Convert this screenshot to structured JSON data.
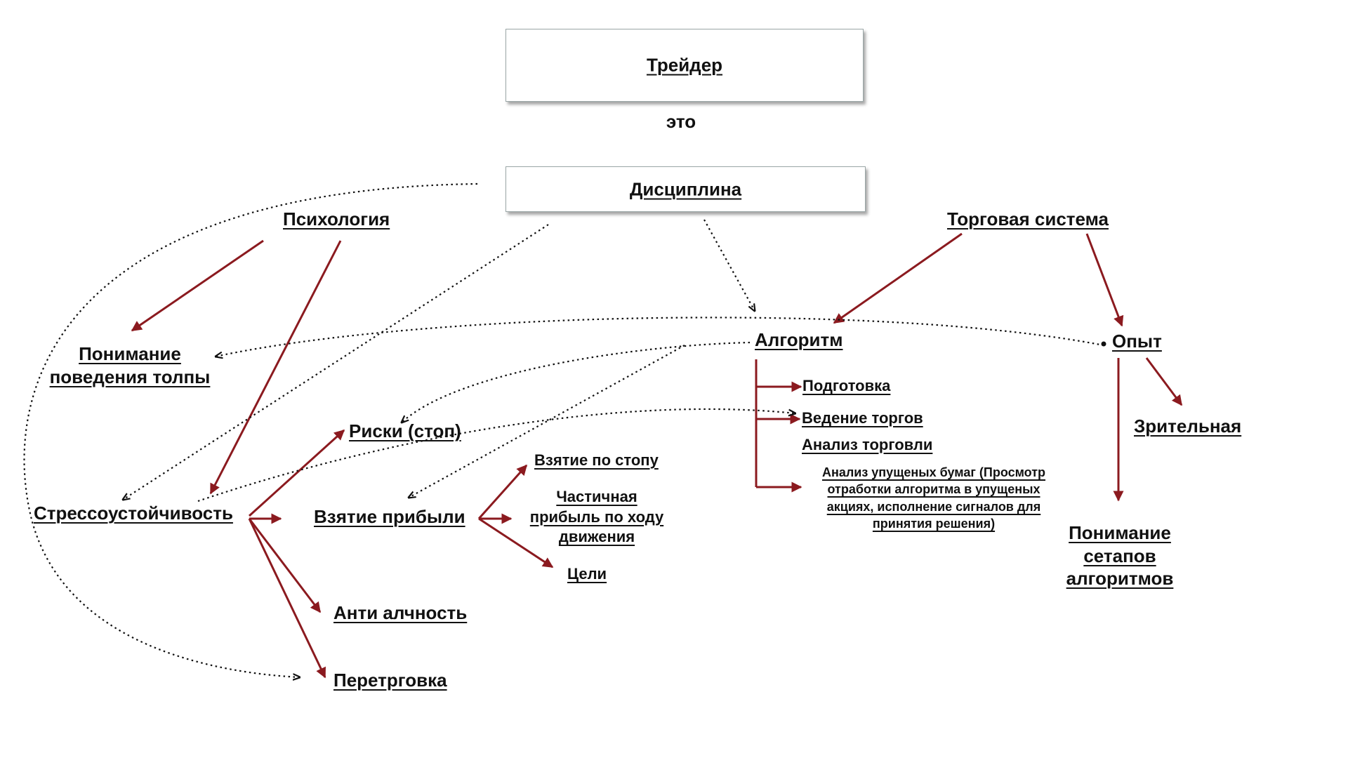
{
  "nodes": {
    "trader": "Трейдер",
    "eto": "это",
    "discipline": "Дисциплина",
    "psychology": "Психология",
    "trading_system": "Торговая система",
    "crowd_behavior_1": "Понимание",
    "crowd_behavior_2": "поведения толпы",
    "algorithm": "Алгоритм",
    "experience": "Опыт",
    "preparation": "Подготовка",
    "trading": "Ведение торгов",
    "trade_analysis": "Анализ торговли",
    "missed_1": "Анализ упущеных бумаг (Просмотр",
    "missed_2": "отработки алгоритма в упущеных",
    "missed_3": "акциях, исполнение сигналов для",
    "missed_4": "принятия решения)",
    "visual": "Зрительная",
    "setups_1": "Понимание",
    "setups_2": "сетапов",
    "setups_3": "алгоритмов",
    "risks": "Риски (стоп)",
    "stress": "Стрессоустойчивость",
    "profit_taking": "Взятие прибыли",
    "stop_take": "Взятие по стопу",
    "partial_1": "Частичная",
    "partial_2": "прибыль по ходу",
    "partial_3": "движения",
    "targets": "Цели",
    "anti_greed": "Анти алчность",
    "overtrading": "Перетрговка"
  },
  "colors": {
    "arrow_red": "#8b1a1f",
    "arrow_dotted": "#111111"
  }
}
